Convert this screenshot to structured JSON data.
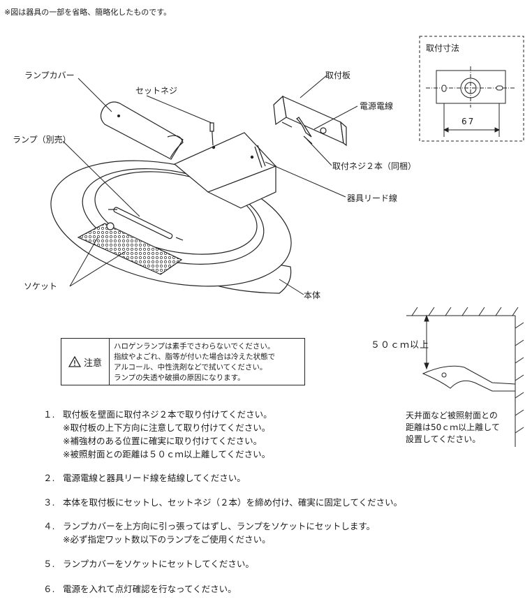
{
  "top_note": "※図は器具の一部を省略、簡略化したものです。",
  "labels": {
    "lamp_cover": "ランプカバー",
    "set_screw": "セットネジ",
    "mount_plate": "取付板",
    "power_wire": "電源電線",
    "lamp": "ランプ（別売）",
    "mount_screws": "取付ネジ２本（同梱）",
    "lead_wire": "器具リード線",
    "socket": "ソケット",
    "body": "本体"
  },
  "mount_dim": {
    "title": "取付寸法",
    "value": "67"
  },
  "caution": {
    "title": "注意",
    "lines": [
      "ハロゲンランプは素手でさわらないでください。",
      "指紋やよごれ、脂等が付いた場合は冷えた状態で",
      "アルコール、中性洗剤などで拭いてください。",
      "ランプの失透や破損の原因になります。"
    ]
  },
  "distance": {
    "label": "５０ｃｍ以上",
    "note": [
      "天井面など被照射面との",
      "距離は50ｃｍ以上離して",
      "設置してください。"
    ]
  },
  "steps": [
    {
      "num": "１.",
      "text": "取付板を壁面に取付ネジ２本で取り付けてください。",
      "subs": [
        "※取付板の上下方向に注意して取り付けてください。",
        "※補強材のある位置に確実に取り付けてください。",
        "※被照射面との距離は５０ｃｍ以上離してください。"
      ]
    },
    {
      "num": "２.",
      "text": "電源電線と器具リード線を結線してください。",
      "subs": []
    },
    {
      "num": "３.",
      "text": "本体を取付板にセットし、セットネジ（２本）を締め付け、確実に固定してください。",
      "subs": []
    },
    {
      "num": "４.",
      "text": "ランプカバーを上方向に引っ張ってはずし、ランプをソケットにセットします。",
      "subs": [
        "※必ず指定ワット数以下のランプをご使用ください。"
      ]
    },
    {
      "num": "５.",
      "text": "ランプカバーをソケットにセットしてください。",
      "subs": []
    },
    {
      "num": "６.",
      "text": "電源を入れて点灯確認を行なってください。",
      "subs": []
    }
  ]
}
